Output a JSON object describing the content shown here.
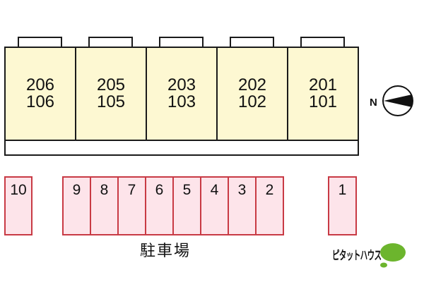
{
  "building": {
    "units": [
      {
        "upper": "206",
        "lower": "106"
      },
      {
        "upper": "205",
        "lower": "105"
      },
      {
        "upper": "203",
        "lower": "103"
      },
      {
        "upper": "202",
        "lower": "102"
      },
      {
        "upper": "201",
        "lower": "101"
      }
    ],
    "unit_color": "#fdf8d2"
  },
  "compass": {
    "label": "N",
    "direction": "west"
  },
  "parking": {
    "label": "駐車場",
    "slots": [
      "10",
      "9",
      "8",
      "7",
      "6",
      "5",
      "4",
      "3",
      "2",
      "1"
    ],
    "slot_color": "#fde4ea",
    "border_color": "#c83a44"
  },
  "brand": {
    "name": "ピタットハウス",
    "icon": "speech-bubble-icon",
    "color": "#6cb52d"
  }
}
